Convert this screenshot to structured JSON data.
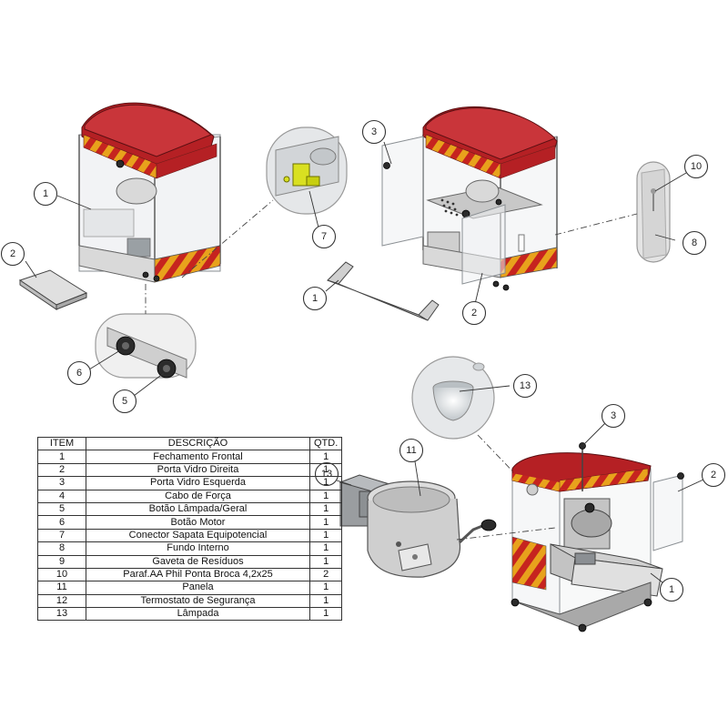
{
  "table": {
    "headers": {
      "item": "ITEM",
      "description": "DESCRIÇÃO",
      "qty": "QTD."
    },
    "rows": [
      {
        "item": "1",
        "description": "Fechamento Frontal",
        "qty": "1"
      },
      {
        "item": "2",
        "description": "Porta Vidro Direita",
        "qty": "1"
      },
      {
        "item": "3",
        "description": "Porta Vidro Esquerda",
        "qty": "1"
      },
      {
        "item": "4",
        "description": "Cabo de Força",
        "qty": "1"
      },
      {
        "item": "5",
        "description": "Botão Lâmpada/Geral",
        "qty": "1"
      },
      {
        "item": "6",
        "description": "Botão Motor",
        "qty": "1"
      },
      {
        "item": "7",
        "description": "Conector Sapata Equipotencial",
        "qty": "1"
      },
      {
        "item": "8",
        "description": "Fundo Interno",
        "qty": "1"
      },
      {
        "item": "9",
        "description": "Gaveta de Resíduos",
        "qty": "1"
      },
      {
        "item": "10",
        "description": "Paraf.AA Phil Ponta Broca 4,2x25",
        "qty": "2"
      },
      {
        "item": "11",
        "description": "Panela",
        "qty": "1"
      },
      {
        "item": "12",
        "description": "Termostato de Segurança",
        "qty": "1"
      },
      {
        "item": "13",
        "description": "Lâmpada",
        "qty": "1"
      }
    ]
  },
  "callouts": [
    "1",
    "2",
    "6",
    "5",
    "7",
    "3",
    "1",
    "2",
    "10",
    "8",
    "13",
    "3",
    "11",
    "13",
    "2",
    "1"
  ],
  "colors": {
    "roof_red": "#b52024",
    "metal": "#d9d9d9",
    "glass": "#eef1f3",
    "highlight_yellow": "#d9e021"
  }
}
